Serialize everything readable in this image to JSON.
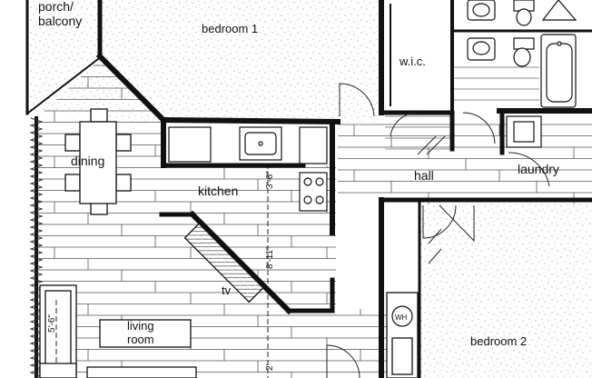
{
  "rooms": {
    "porch": "porch/\nbalcony",
    "bedroom1": "bedroom 1",
    "wic": "w.i.c.",
    "dining": "dining",
    "kitchen": "kitchen",
    "hall": "hall",
    "laundry": "laundry",
    "tv": "tv",
    "living": "living\nroom",
    "bedroom2": "bedroom 2"
  },
  "fixtures": {
    "water_heater": "WH"
  },
  "dimensions": {
    "kitchen_depth": "3'-6\"",
    "living_span": "8'-11\"",
    "living_side": "5'-6\"",
    "bottom_mark": "2'"
  }
}
